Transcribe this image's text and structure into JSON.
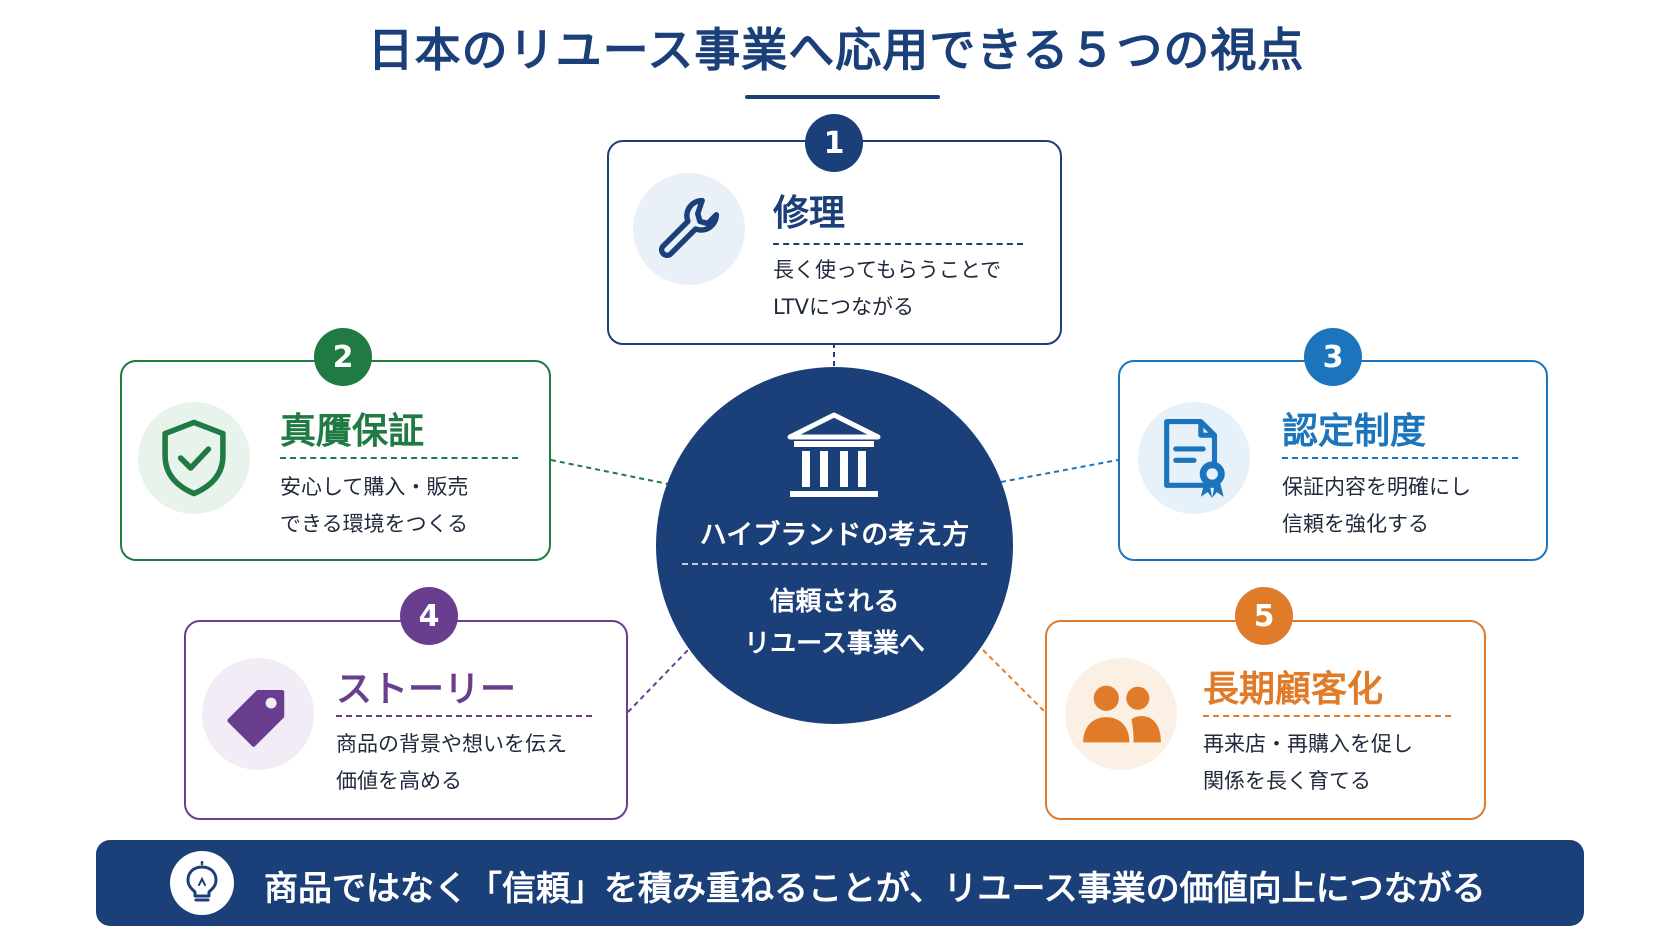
{
  "title": "日本のリユース事業へ応用できる５つの視点",
  "hub": {
    "title": "ハイブランドの考え方",
    "subtitle_line1": "信頼される",
    "subtitle_line2": "リユース事業へ"
  },
  "cards": [
    {
      "number": "1",
      "title": "修理",
      "desc_line1": "長く使ってもらうことで",
      "desc_line2": "LTVにつながる",
      "icon": "wrench-icon",
      "color": "#1b3f78"
    },
    {
      "number": "2",
      "title": "真贋保証",
      "desc_line1": "安心して購入・販売",
      "desc_line2": "できる環境をつくる",
      "icon": "shield-check-icon",
      "color": "#1f7a43"
    },
    {
      "number": "3",
      "title": "認定制度",
      "desc_line1": "保証内容を明確にし",
      "desc_line2": "信頼を強化する",
      "icon": "certificate-icon",
      "color": "#1c75bc"
    },
    {
      "number": "4",
      "title": "ストーリー",
      "desc_line1": "商品の背景や想いを伝え",
      "desc_line2": "価値を高める",
      "icon": "tag-icon",
      "color": "#6a3e8f"
    },
    {
      "number": "5",
      "title": "長期顧客化",
      "desc_line1": "再来店・再購入を促し",
      "desc_line2": "関係を長く育てる",
      "icon": "users-icon",
      "color": "#e07b2a"
    }
  ],
  "banner": {
    "text": "商品ではなく「信頼」を積み重ねることが、リユース事業の価値向上につながる",
    "icon": "lightbulb-icon"
  }
}
